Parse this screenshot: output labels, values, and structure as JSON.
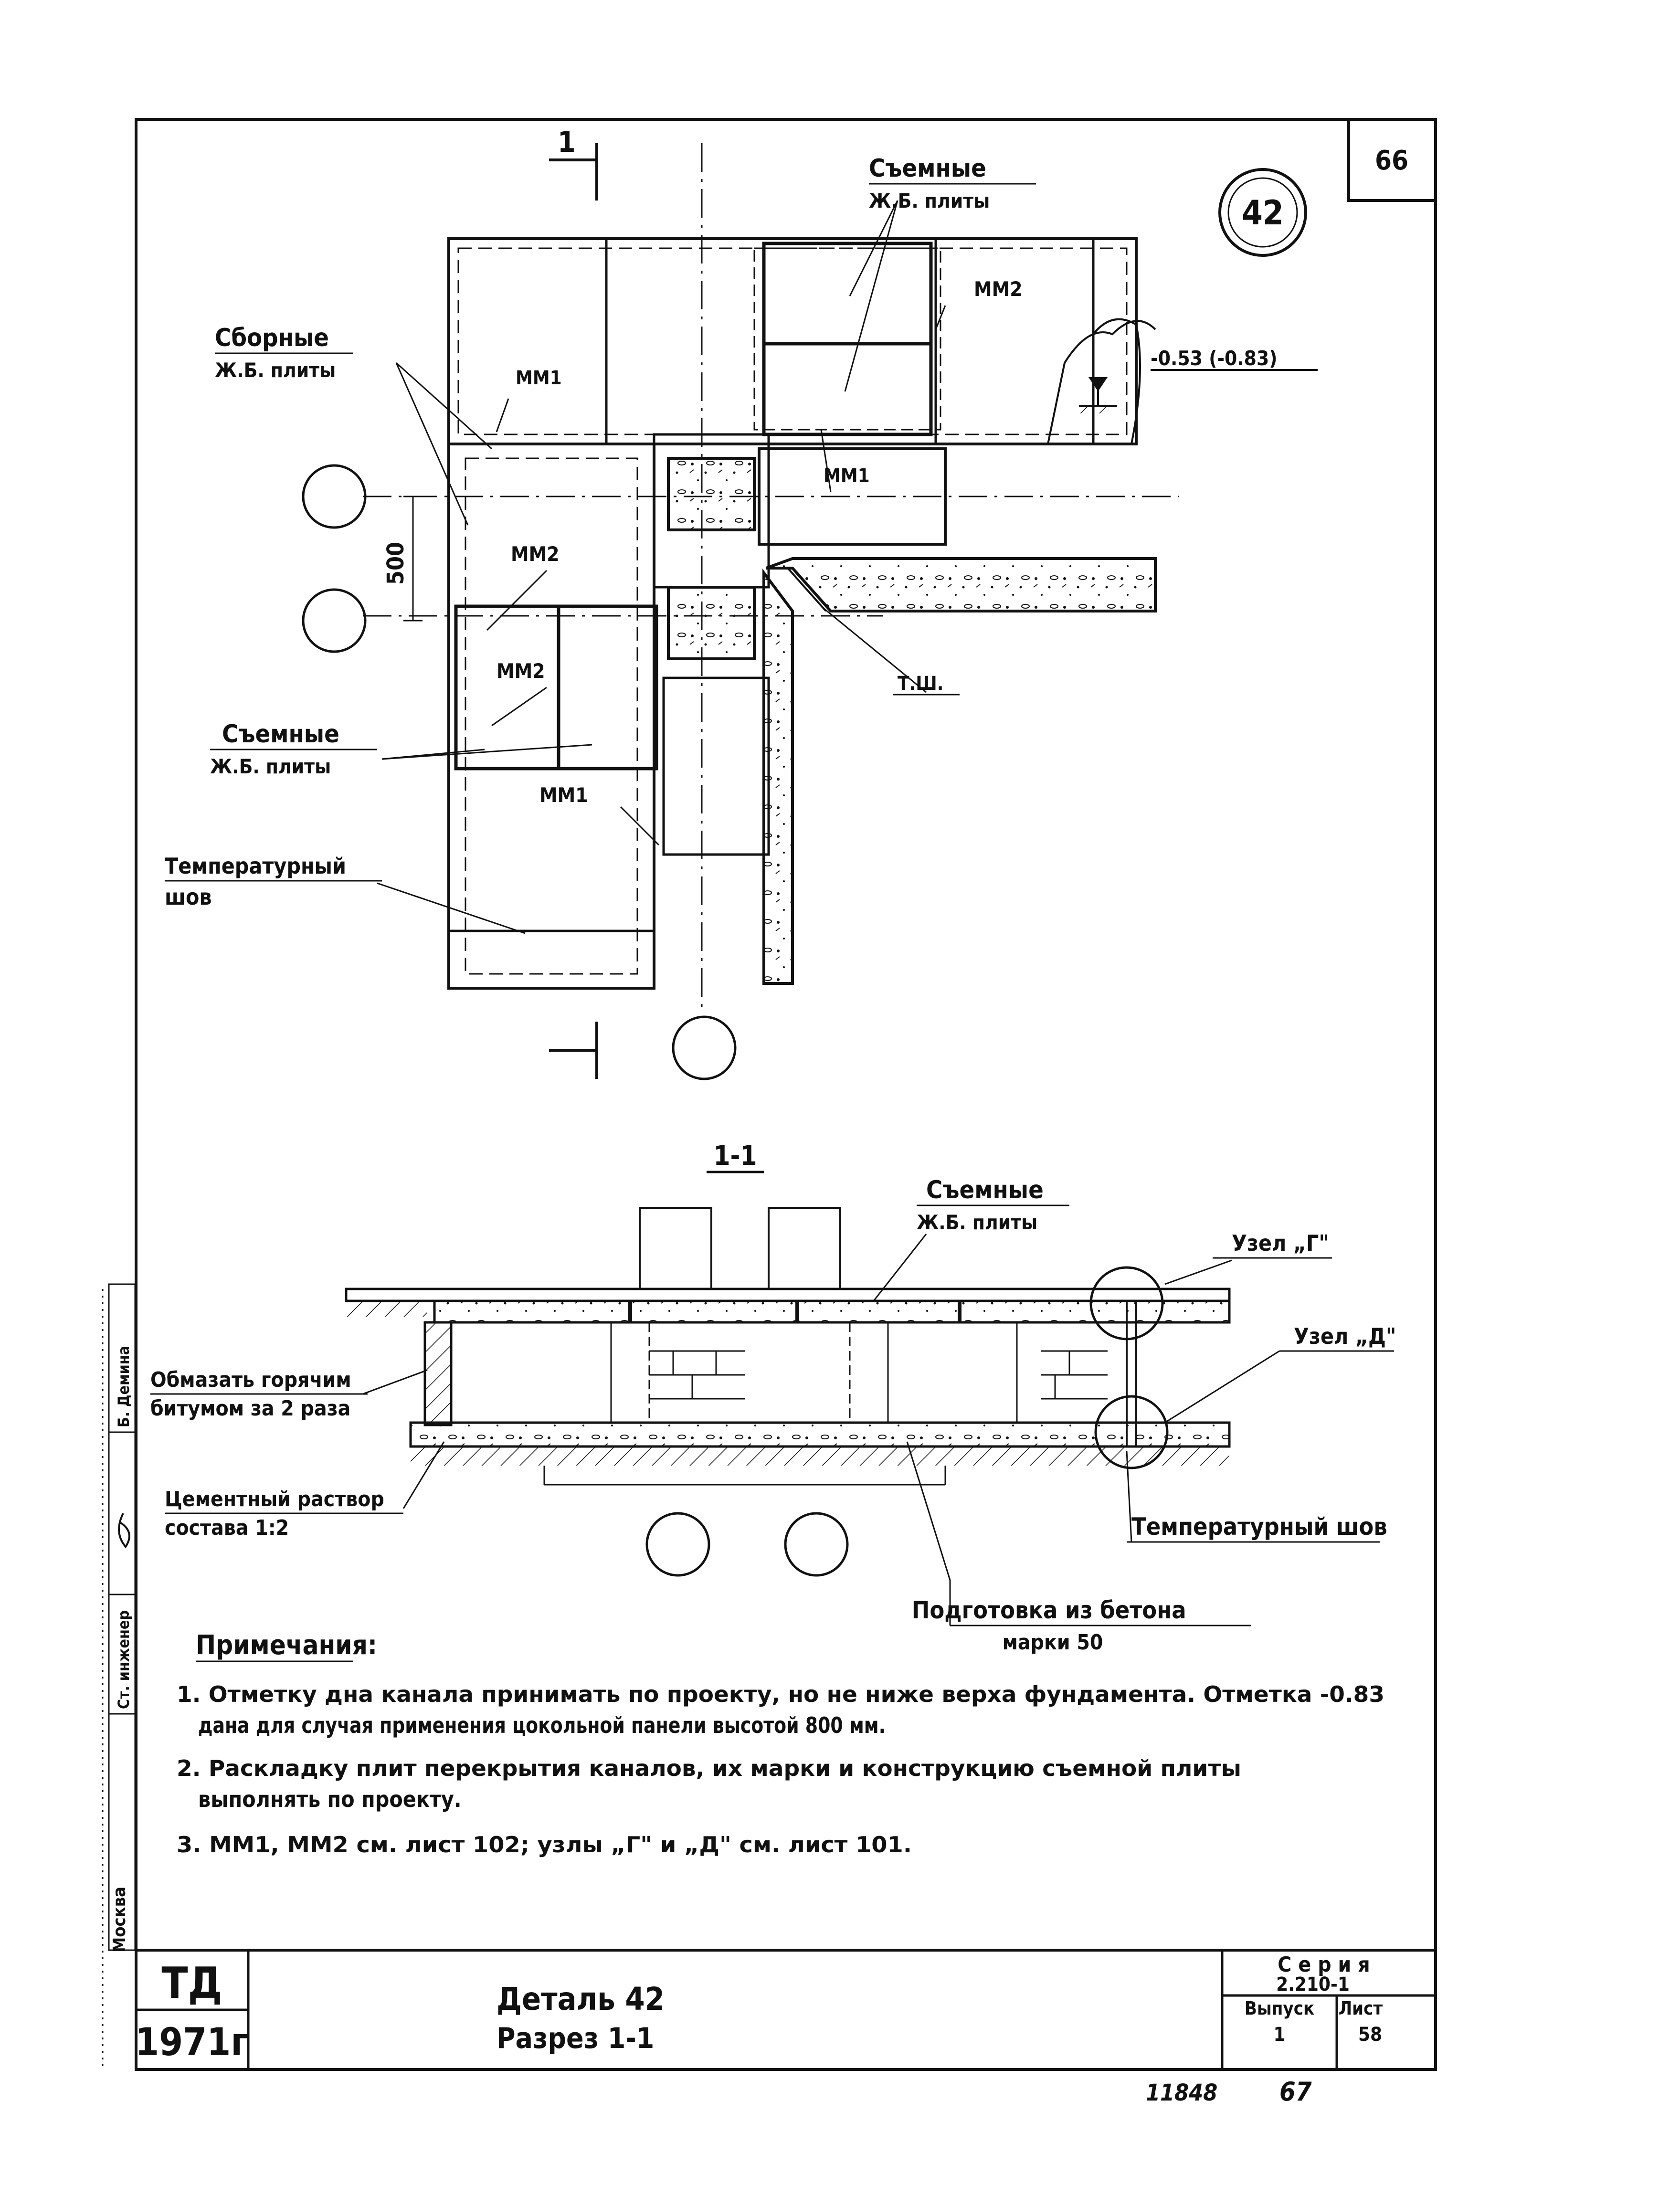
{
  "sheet_number": "66",
  "detail_circle": "42",
  "section_marker": "1",
  "section_title": "1-1",
  "plan": {
    "removable_plates": [
      "Съемные",
      "Ж.Б. плиты"
    ],
    "precast_plates": [
      "Сборные",
      "Ж.Б. плиты"
    ],
    "removable_plates_left": [
      "Съемные",
      "Ж.Б. плиты"
    ],
    "temperature_joint": [
      "Температурный",
      "шов"
    ],
    "mm1_a": "ММ1",
    "mm1_b": "ММ1",
    "mm1_c": "ММ1",
    "mm2_a": "ММ2",
    "mm2_b": "ММ2",
    "mm2_c": "ММ2",
    "elevation": "-0.53 (-0.83)",
    "dimension": "500",
    "joint_tag": "Т.Ш."
  },
  "section": {
    "removable_plates": [
      "Съемные",
      "Ж.Б. плиты"
    ],
    "node_g": "Узел „Г\"",
    "node_d": "Узел „Д\"",
    "bitumen": [
      "Обмазать горячим",
      "битумом за 2 раза"
    ],
    "cement": [
      "Цементный раствор",
      "состава 1:2"
    ],
    "temperature_joint": "Температурный шов",
    "concrete_prep": [
      "Подготовка из бетона",
      "марки 50"
    ]
  },
  "notes": {
    "heading": "Примечания:",
    "items": [
      "1. Отметку дна канала принимать по проекту, но не ниже верха фундамента. Отметка -0.83",
      "дана для случая применения цокольной панели высотой 800 мм.",
      "2. Раскладку плит перекрытия каналов, их марки и конструкцию съемной плиты",
      "выполнять по проекту.",
      "3. ММ1, ММ2 см. лист 102; узлы „Г\" и „Д\" см. лист 101."
    ]
  },
  "side_stamp": {
    "role1": "Ст. инженер",
    "name1": "Б. Демина",
    "city": "Москва"
  },
  "title_block": {
    "org": "ТД",
    "year": "1971г",
    "title_line1": "Деталь 42",
    "title_line2": "Разрез 1-1",
    "series_label": "Серия",
    "series_value": "2.210-1",
    "issue_label": "Выпуск",
    "issue_value": "1",
    "sheet_label": "Лист",
    "sheet_value": "58"
  },
  "footer": {
    "number": "11848",
    "page": "67"
  }
}
